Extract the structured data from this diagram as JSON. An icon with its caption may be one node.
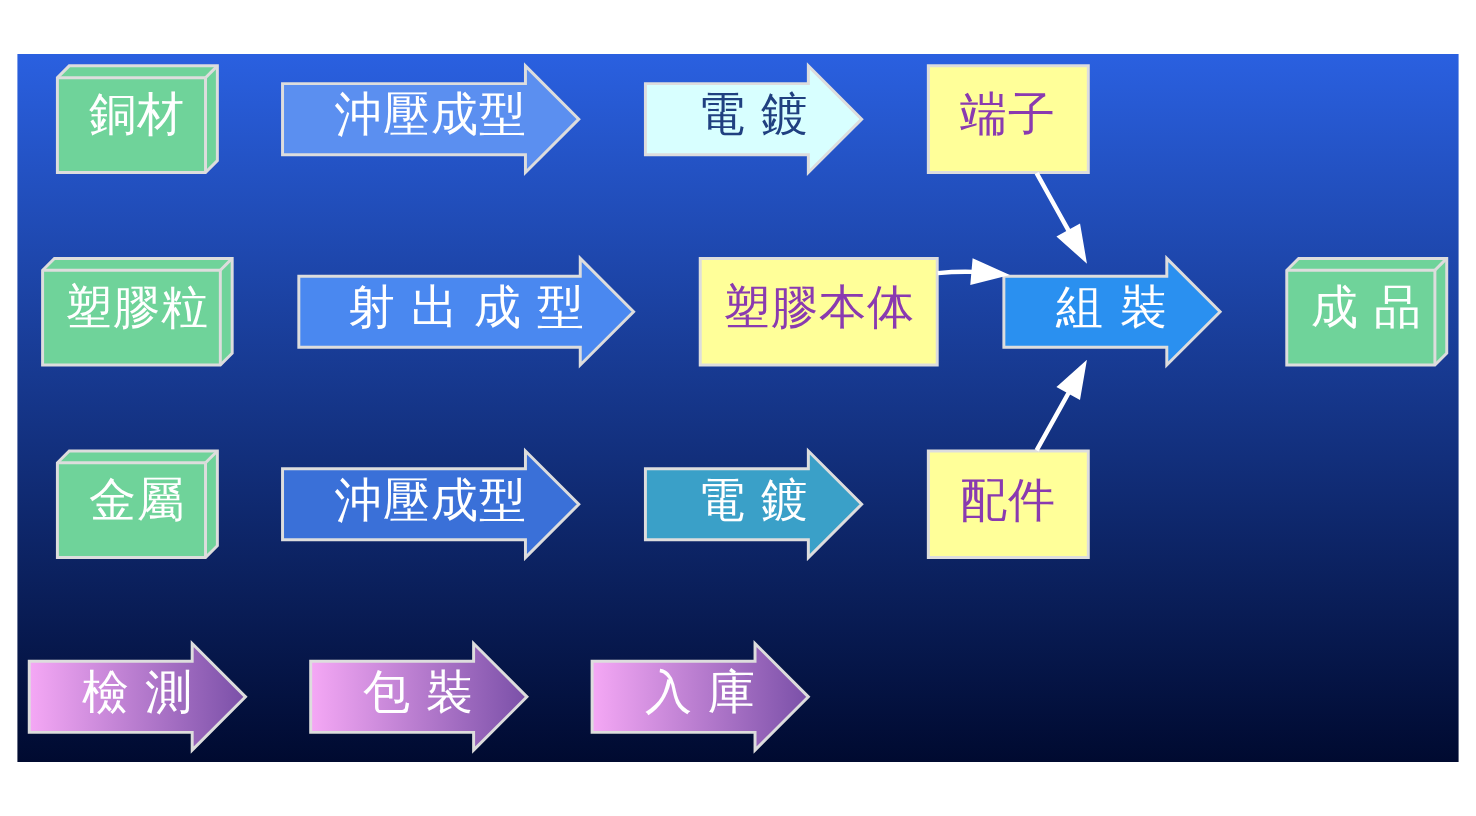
{
  "diagram": {
    "nodes": [
      {
        "text": [
          "銅材"
        ]
      },
      {
        "text": [
          "沖壓成型"
        ]
      },
      {
        "text": [
          "電 鍍"
        ]
      },
      {
        "text": [
          "端子"
        ]
      },
      {
        "text": [
          "塑膠粒"
        ]
      },
      {
        "text": [
          "射 出 成 型"
        ]
      },
      {
        "text": [
          "塑膠本体"
        ]
      },
      {
        "text": [
          "金屬"
        ]
      },
      {
        "text": [
          "沖壓成型"
        ]
      },
      {
        "text": [
          "電 鍍"
        ]
      },
      {
        "text": [
          "配件"
        ]
      },
      {
        "text": [
          "組 裝"
        ]
      },
      {
        "text": [
          "成 品"
        ]
      },
      {
        "text": [
          "檢 測"
        ]
      },
      {
        "text": [
          "包 裝"
        ]
      },
      {
        "text": [
          "入 庫"
        ]
      }
    ],
    "edges": [
      {
        "from": 3,
        "to": 11,
        "arrow": "to"
      },
      {
        "from": 6,
        "to": 11,
        "arrow": "to"
      },
      {
        "from": 10,
        "to": 11,
        "arrow": "to"
      }
    ]
  }
}
